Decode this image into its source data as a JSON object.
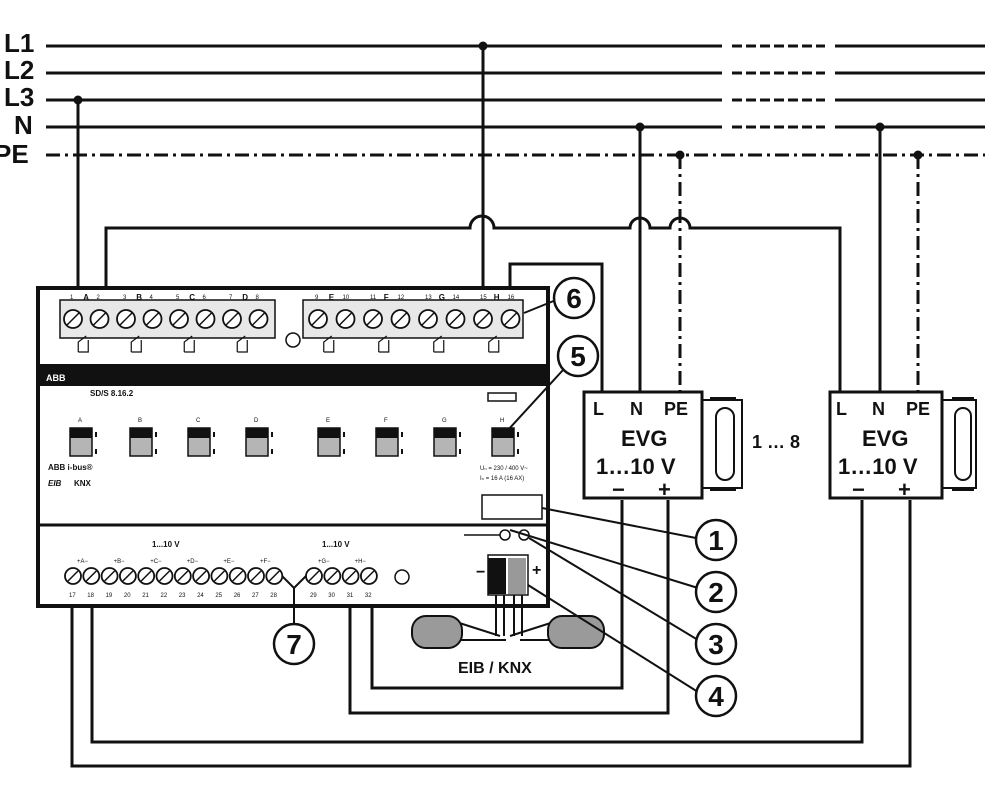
{
  "lines": {
    "l1": "L1",
    "l2": "L2",
    "l3": "L3",
    "n": "N",
    "pe": "PE"
  },
  "device": {
    "brand": "ABB",
    "model": "SD/S 8.16.2",
    "bus_logo": "ABB i-bus®",
    "eib": "EIB",
    "knx": "KNX",
    "rating_1": "Uₙ = 230 / 400 V~",
    "rating_2": "Iₙ = 16 A (16 AX)",
    "channels": [
      "A",
      "B",
      "C",
      "D",
      "E",
      "F",
      "G",
      "H"
    ],
    "top_terminals": [
      "1",
      "2",
      "3",
      "4",
      "5",
      "6",
      "7",
      "8",
      "9",
      "10",
      "11",
      "12",
      "13",
      "14",
      "15",
      "16"
    ],
    "bottom_range_left": "1...10 V",
    "bottom_range_right": "1...10 V",
    "bottom_terminals": [
      "17",
      "18",
      "19",
      "20",
      "21",
      "22",
      "23",
      "24",
      "25",
      "26",
      "27",
      "28",
      "29",
      "30",
      "31",
      "32"
    ]
  },
  "evg": [
    {
      "l": "L",
      "n": "N",
      "pe": "PE",
      "name": "EVG",
      "range": "1…10 V",
      "minus": "−",
      "plus": "+"
    },
    {
      "l": "L",
      "n": "N",
      "pe": "PE",
      "name": "EVG",
      "range": "1…10 V",
      "minus": "−",
      "plus": "+"
    }
  ],
  "between_label": "1 … 8",
  "bus_label": "EIB / KNX",
  "callouts": [
    "1",
    "2",
    "3",
    "4",
    "5",
    "6",
    "7"
  ]
}
